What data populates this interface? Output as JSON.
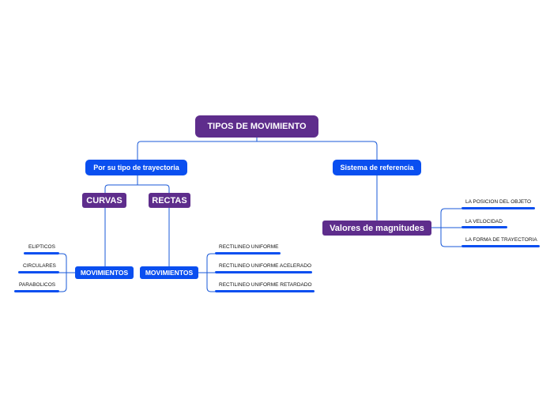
{
  "root": "TIPOS DE MOVIMIENTO",
  "branches": {
    "trayectoria": "Por su tipo de trayectoria",
    "referencia": "Sistema de referencia"
  },
  "curvas": {
    "label": "CURVAS",
    "movimientos": "MOVIMIENTOS",
    "items": [
      "ELIPTICOS",
      "CIRCULARES",
      "PARABOLICOS"
    ]
  },
  "rectas": {
    "label": "RECTAS",
    "movimientos": "MOVIMIENTOS",
    "items": [
      "RECTILINEO UNIFORME",
      "RECTILINEO UNIFORME ACELERADO",
      "RECTILINEO UNIFORME RETARDADO"
    ]
  },
  "valores": {
    "label": "Valores de magnitudes",
    "items": [
      "LA POSICION DEL OBJETO",
      "LA VELOCIDAD",
      "LA FORMA DE TRAYECTORIA"
    ]
  },
  "colors": {
    "purple": "#5e2d8c",
    "blue": "#0a4ff0",
    "link": "#1a5ad8"
  }
}
